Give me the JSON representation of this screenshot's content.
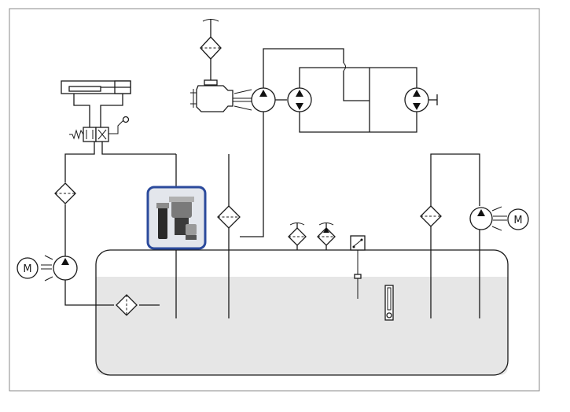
{
  "diagram": {
    "motor_symbol_label": "M",
    "colors": {
      "line": "#1a1a1a",
      "background": "#ffffff",
      "tank_fluid": "#e6e6e6",
      "highlight_border": "#2b4a9c",
      "highlight_bg": "#e3e6ec"
    },
    "components": [
      {
        "type": "hydraulic-tank",
        "icon": "tank-icon"
      },
      {
        "type": "electric-motor",
        "icon": "motor-icon",
        "count": 2
      },
      {
        "type": "hydraulic-pump",
        "icon": "pump-icon",
        "count": 3
      },
      {
        "type": "hydraulic-motor",
        "icon": "hydraulic-motor-icon",
        "count": 2
      },
      {
        "type": "filter",
        "icon": "filter-icon",
        "count": 5
      },
      {
        "type": "breather",
        "icon": "breather-icon",
        "count": 2
      },
      {
        "type": "double-acting-cylinder",
        "icon": "cylinder-icon"
      },
      {
        "type": "directional-valve",
        "icon": "valve-icon"
      },
      {
        "type": "combustion-engine",
        "icon": "engine-icon"
      },
      {
        "type": "level-indicator",
        "icon": "level-gauge-icon"
      },
      {
        "type": "temperature-switch",
        "icon": "temperature-switch-icon"
      },
      {
        "type": "product-photo",
        "icon": "filter-product-photo"
      }
    ]
  }
}
